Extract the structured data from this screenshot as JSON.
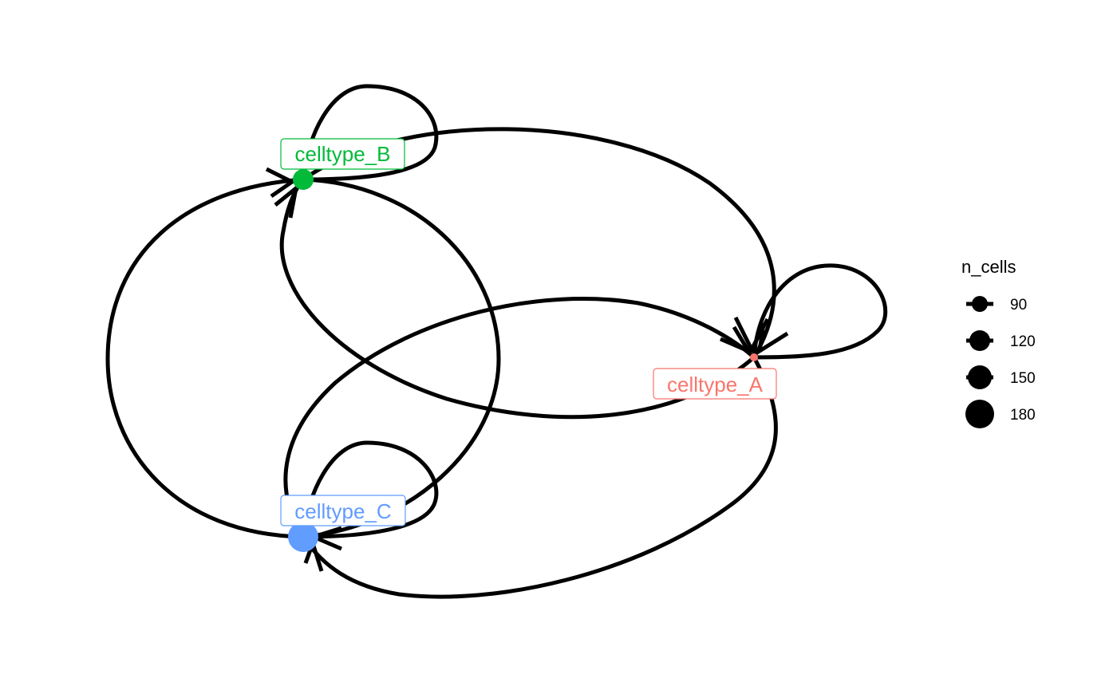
{
  "graph": {
    "nodes": [
      {
        "id": "celltype_A",
        "label": "celltype_A",
        "color": "#F8766D",
        "n_cells": 60
      },
      {
        "id": "celltype_B",
        "label": "celltype_B",
        "color": "#00BA38",
        "n_cells": 150
      },
      {
        "id": "celltype_C",
        "label": "celltype_C",
        "color": "#619CFF",
        "n_cells": 195
      }
    ],
    "edges": [
      {
        "from": "celltype_A",
        "to": "celltype_A"
      },
      {
        "from": "celltype_A",
        "to": "celltype_B"
      },
      {
        "from": "celltype_A",
        "to": "celltype_C"
      },
      {
        "from": "celltype_B",
        "to": "celltype_A"
      },
      {
        "from": "celltype_B",
        "to": "celltype_B"
      },
      {
        "from": "celltype_B",
        "to": "celltype_C"
      },
      {
        "from": "celltype_C",
        "to": "celltype_A"
      },
      {
        "from": "celltype_C",
        "to": "celltype_B"
      },
      {
        "from": "celltype_C",
        "to": "celltype_C"
      }
    ]
  },
  "legend": {
    "title": "n_cells",
    "items": [
      {
        "label": "90",
        "value": 90
      },
      {
        "label": "120",
        "value": 120
      },
      {
        "label": "150",
        "value": 150
      },
      {
        "label": "180",
        "value": 180
      }
    ]
  }
}
